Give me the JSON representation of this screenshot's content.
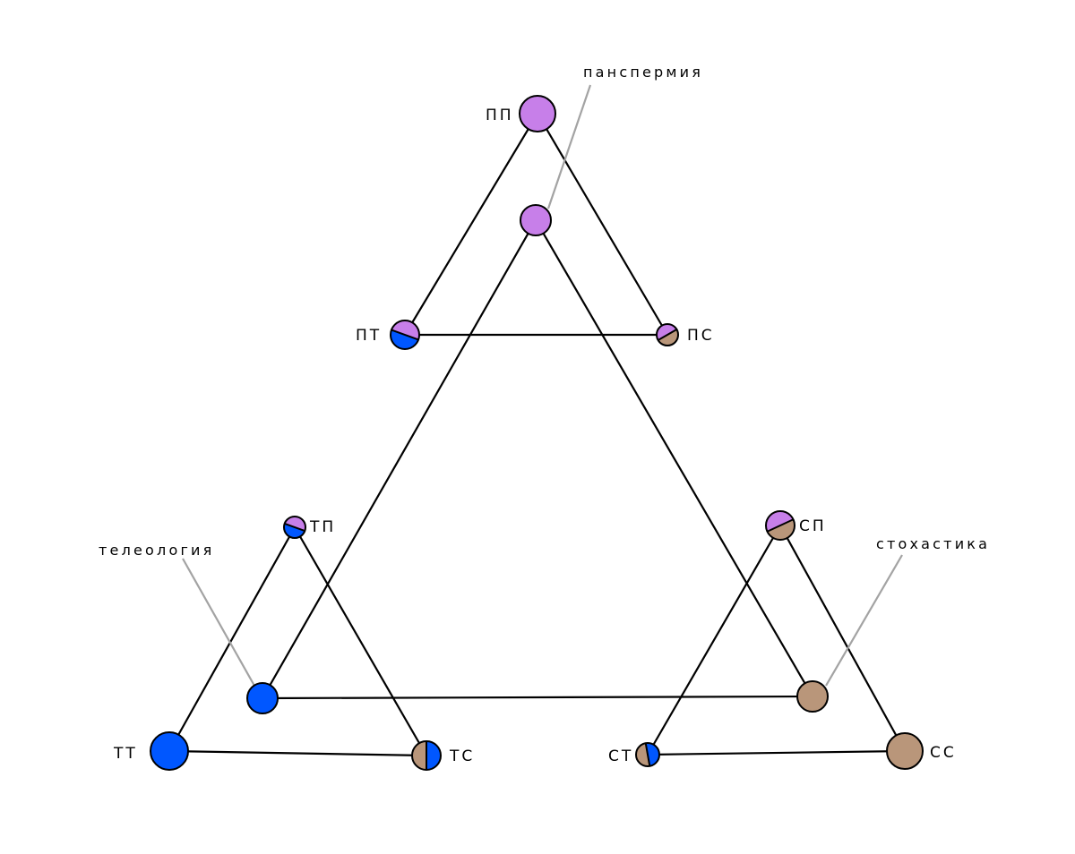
{
  "colors": {
    "panspermia": "#c77fe9",
    "teleology": "#0057ff",
    "stochastics": "#b9967a",
    "edge": "#000000",
    "leader": "#a3a3a3",
    "background": "#ffffff"
  },
  "annotations": {
    "panspermia": "панспермия",
    "teleology": "телеология",
    "stochastics": "стохастика"
  },
  "nodes": [
    {
      "id": "pp",
      "label": "ПП",
      "colors": [
        "panspermia"
      ]
    },
    {
      "id": "pt",
      "label": "ПТ",
      "colors": [
        "panspermia",
        "teleology"
      ]
    },
    {
      "id": "ps",
      "label": "ПС",
      "colors": [
        "panspermia",
        "stochastics"
      ]
    },
    {
      "id": "tp",
      "label": "ТП",
      "colors": [
        "panspermia",
        "teleology"
      ]
    },
    {
      "id": "tt",
      "label": "ТТ",
      "colors": [
        "teleology"
      ]
    },
    {
      "id": "ts",
      "label": "ТС",
      "colors": [
        "teleology",
        "stochastics"
      ]
    },
    {
      "id": "sp",
      "label": "СП",
      "colors": [
        "panspermia",
        "stochastics"
      ]
    },
    {
      "id": "st",
      "label": "СТ",
      "colors": [
        "teleology",
        "stochastics"
      ]
    },
    {
      "id": "ss",
      "label": "СС",
      "colors": [
        "stochastics"
      ]
    },
    {
      "id": "cp",
      "label": "",
      "colors": [
        "panspermia"
      ]
    },
    {
      "id": "ct",
      "label": "",
      "colors": [
        "teleology"
      ]
    },
    {
      "id": "cs",
      "label": "",
      "colors": [
        "stochastics"
      ]
    }
  ],
  "edges": [
    [
      "pp",
      "pt"
    ],
    [
      "pp",
      "ps"
    ],
    [
      "pt",
      "ps"
    ],
    [
      "tp",
      "tt"
    ],
    [
      "tp",
      "ts"
    ],
    [
      "tt",
      "ts"
    ],
    [
      "sp",
      "st"
    ],
    [
      "sp",
      "ss"
    ],
    [
      "st",
      "ss"
    ],
    [
      "cp",
      "ct"
    ],
    [
      "cp",
      "cs"
    ],
    [
      "ct",
      "cs"
    ]
  ]
}
